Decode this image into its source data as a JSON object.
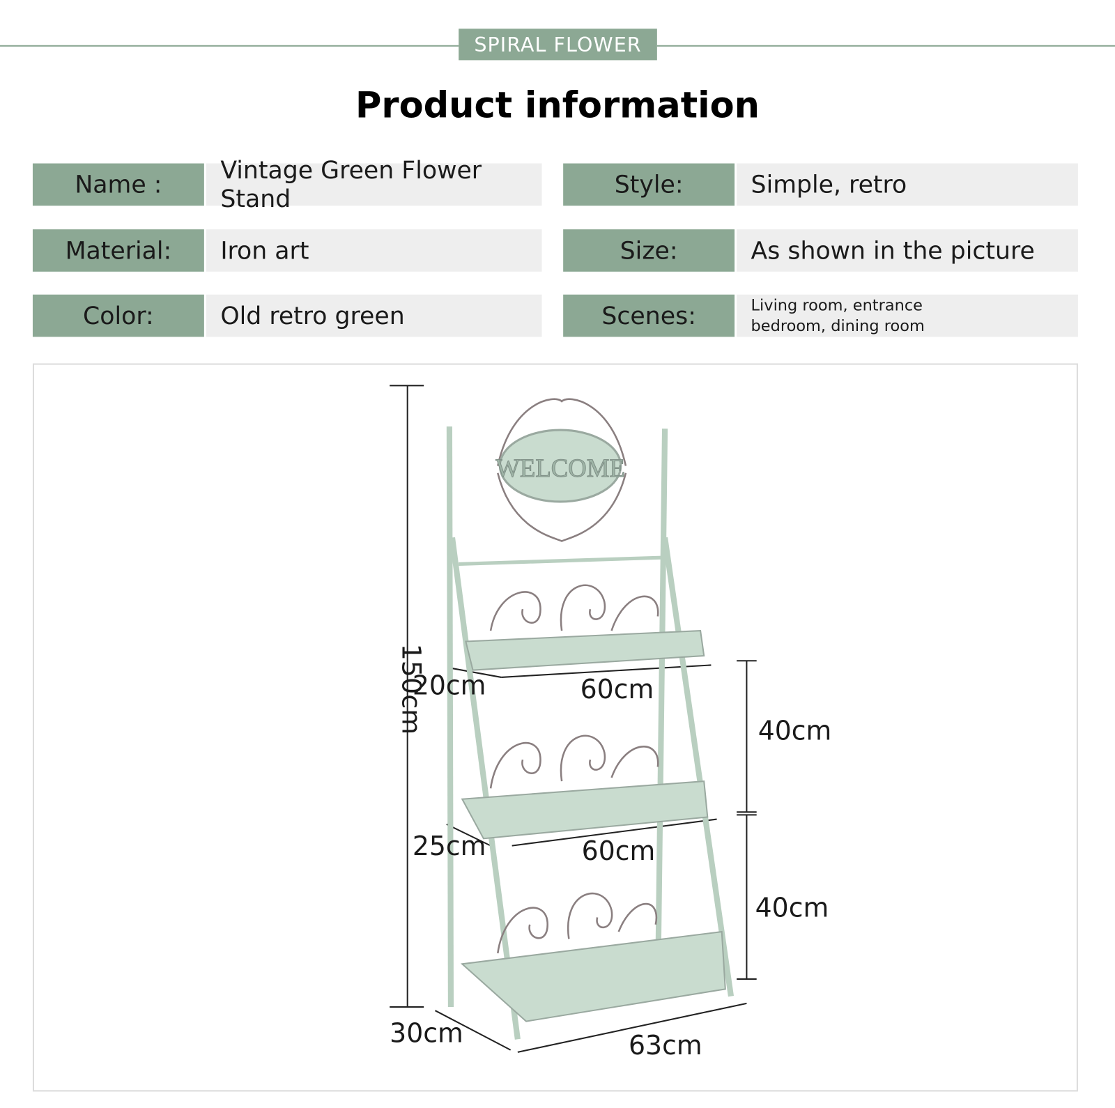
{
  "brand": "SPIRAL FLOWER",
  "title": "Product information",
  "specs": {
    "name": {
      "label": "Name :",
      "value": "Vintage Green Flower Stand"
    },
    "style": {
      "label": "Style:",
      "value": "Simple, retro"
    },
    "material": {
      "label": "Material:",
      "value": "Iron art"
    },
    "size": {
      "label": "Size:",
      "value": "As shown in the picture"
    },
    "color": {
      "label": "Color:",
      "value": "Old retro green"
    },
    "scenes": {
      "label": "Scenes:",
      "line1": "Living room, entrance",
      "line2": "bedroom, dining room"
    }
  },
  "dimensions": {
    "height": "150cm",
    "top_depth": "20cm",
    "top_width": "60cm",
    "mid_depth": "25cm",
    "mid_width": "60cm",
    "bottom_depth": "30cm",
    "bottom_width": "63cm",
    "gap_upper": "40cm",
    "gap_lower": "40cm",
    "sign_text": "WELCOME"
  },
  "colors": {
    "accent": "#8ca894",
    "cell": "#eeeeee",
    "metal": "#c9dccf"
  }
}
